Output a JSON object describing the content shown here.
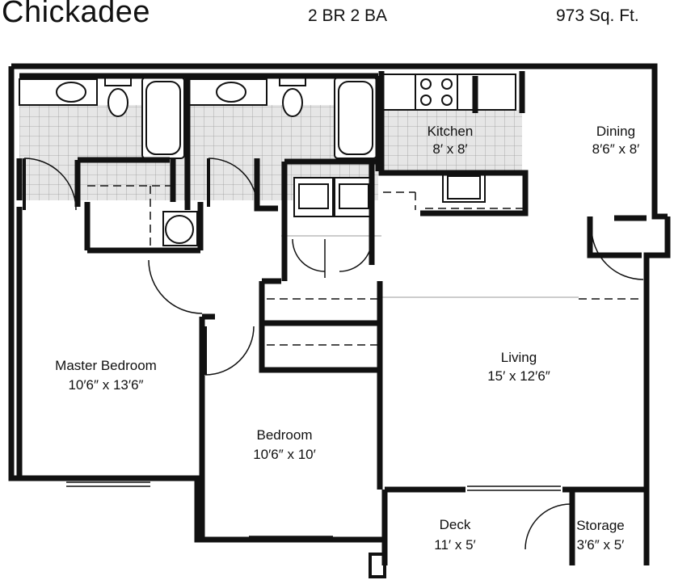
{
  "header": {
    "title": "Chickadee",
    "beds_baths": "2 BR 2 BA",
    "square_feet": "973 Sq. Ft."
  },
  "rooms": [
    {
      "name": "Kitchen",
      "size": "8′ x 8′"
    },
    {
      "name": "Dining",
      "size": "8′6″ x 8′"
    },
    {
      "name": "Master Bedroom",
      "size": "10′6″ x 13′6″"
    },
    {
      "name": "Living",
      "size": "15′ x 12′6″"
    },
    {
      "name": "Bedroom",
      "size": "10′6″ x 10′"
    },
    {
      "name": "Deck",
      "size": "11′ x 5′"
    },
    {
      "name": "Storage",
      "size": "3′6″ x 5′"
    }
  ],
  "colors": {
    "wall": "#111111",
    "tile_grid": "#9a9a9a",
    "tile_bg": "#e6e6e6"
  }
}
